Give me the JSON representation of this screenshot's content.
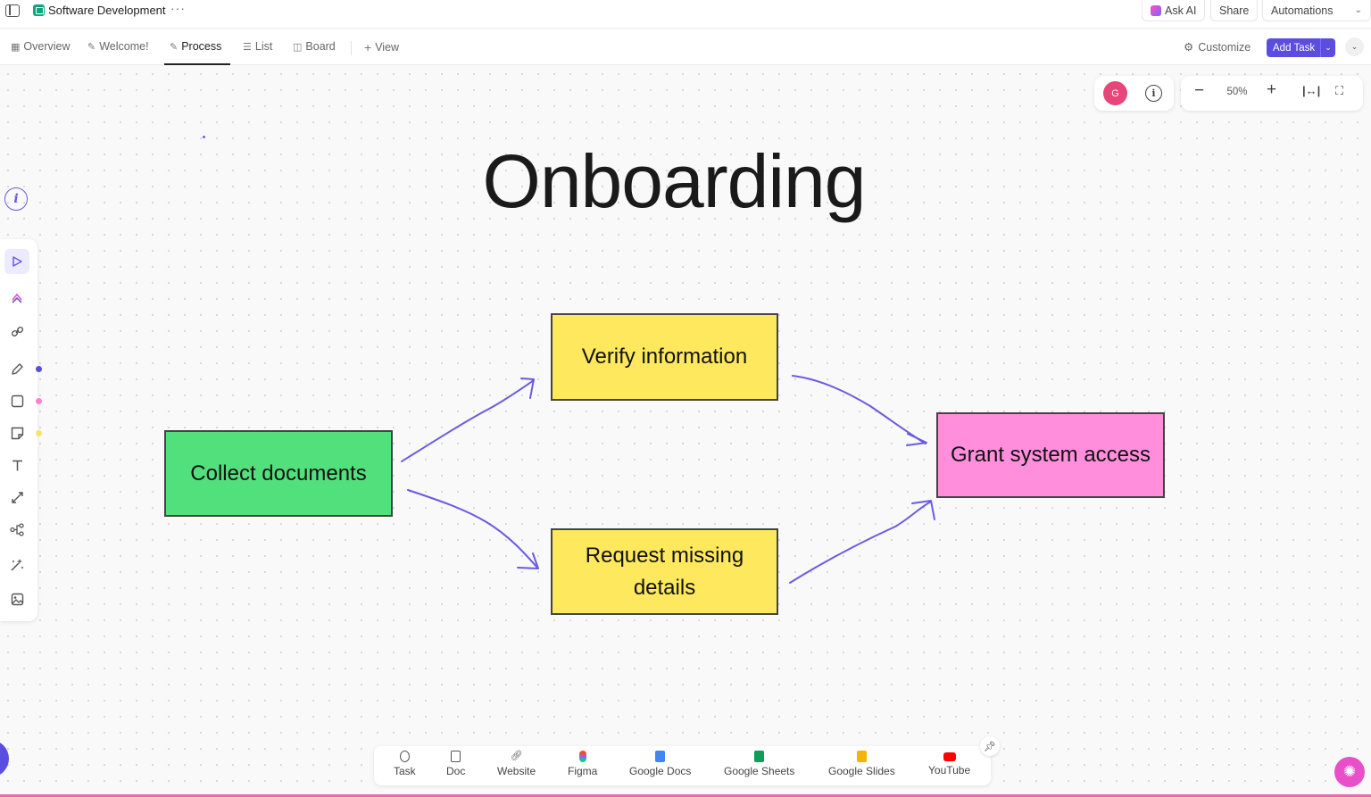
{
  "header": {
    "space_title": "Software Development",
    "more": "···",
    "ask_ai": "Ask AI",
    "share": "Share",
    "automations": "Automations"
  },
  "views": {
    "tabs": [
      {
        "label": "Overview",
        "icon": "grid-icon"
      },
      {
        "label": "Welcome!",
        "icon": "whiteboard-icon"
      },
      {
        "label": "Process",
        "icon": "pen-board-icon",
        "active": true
      },
      {
        "label": "List",
        "icon": "list-icon"
      },
      {
        "label": "Board",
        "icon": "board-icon"
      },
      {
        "label": "View",
        "icon": "plus-icon"
      }
    ],
    "customize": "Customize",
    "add_task": "Add Task"
  },
  "canvas": {
    "title": "Onboarding",
    "avatar_initial": "G",
    "zoom": "50%",
    "nodes": {
      "collect": "Collect documents",
      "verify": "Verify information",
      "request": "Request missing details",
      "grant": "Grant system access"
    },
    "node_colors": {
      "collect": "#52e07c",
      "verify": "#fee85d",
      "request": "#fee85d",
      "grant": "#ff8fdc"
    },
    "connector_color": "#6a5ae0"
  },
  "tools": [
    "pointer-icon",
    "ai-shapes-icon",
    "link-icon",
    "pen-icon",
    "square-icon",
    "sticky-note-icon",
    "text-icon",
    "connector-icon",
    "mind-map-icon",
    "magic-icon",
    "image-icon"
  ],
  "tool_dot_colors": [
    "#5b4de0",
    "#ff7fd2",
    "#f7e56a"
  ],
  "embeds": [
    {
      "label": "Task",
      "icon": "task-icon"
    },
    {
      "label": "Doc",
      "icon": "doc-icon"
    },
    {
      "label": "Website",
      "icon": "link-icon"
    },
    {
      "label": "Figma",
      "icon": "figma-icon"
    },
    {
      "label": "Google Docs",
      "icon": "google-docs-icon"
    },
    {
      "label": "Google Sheets",
      "icon": "google-sheets-icon"
    },
    {
      "label": "Google Slides",
      "icon": "google-slides-icon"
    },
    {
      "label": "YouTube",
      "icon": "youtube-icon"
    }
  ]
}
